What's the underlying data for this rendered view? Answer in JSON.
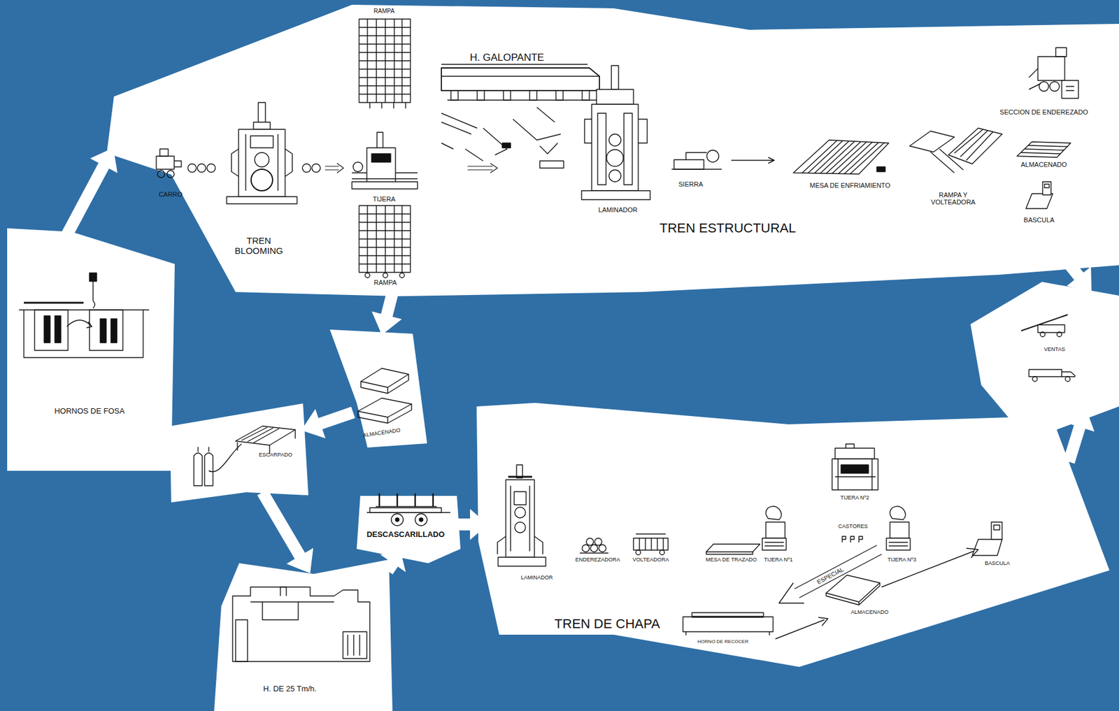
{
  "diagram": {
    "nodes": [
      {
        "text": [
          "HORNOS DE FOSA"
        ]
      },
      {
        "text": [
          "TREN BLOOMING",
          "TREN ESTRUCTURAL"
        ]
      },
      {
        "text": [
          "ALMACENADO"
        ]
      },
      {
        "text": [
          "ESCARPADO"
        ]
      },
      {
        "text": [
          "H. DE 25 Tm/h."
        ]
      },
      {
        "text": [
          "DESCASCARILLADO"
        ]
      },
      {
        "text": [
          "TREN DE CHAPA"
        ]
      },
      {
        "text": [
          "VENTAS"
        ]
      }
    ],
    "edges": [
      {
        "from": 0,
        "to": 1,
        "arrow": "to"
      },
      {
        "from": 1,
        "to": 2,
        "arrow": "to"
      },
      {
        "from": 2,
        "to": 3,
        "arrow": "to"
      },
      {
        "from": 3,
        "to": 4,
        "arrow": "to"
      },
      {
        "from": 4,
        "to": 5,
        "arrow": "to"
      },
      {
        "from": 5,
        "to": 6,
        "arrow": "to"
      },
      {
        "from": 1,
        "to": 7,
        "arrow": "to"
      },
      {
        "from": 6,
        "to": 7,
        "arrow": "to"
      }
    ],
    "labels": [
      "CARRO",
      "RAMPA",
      "TIJERA",
      "RAMPA",
      "H. GALOPANTE",
      "LAMINADOR",
      "SIERRA",
      "MESA DE ENFRIAMIENTO",
      "RAMPA Y VOLTEADORA",
      "SECCION DE ENDEREZADO",
      "ALMACENADO",
      "BASCULA",
      "LAMINADOR",
      "ENDEREZADORA",
      "VOLTEADORA",
      "MESA DE TRAZADO",
      "TIJERA Nº1",
      "TIJERA Nº2",
      "CASTORES",
      "TIJERA Nº3",
      "BASCULA",
      "ESPECIAL",
      "ALMACENADO",
      "HORNO DE RECOCER"
    ]
  }
}
